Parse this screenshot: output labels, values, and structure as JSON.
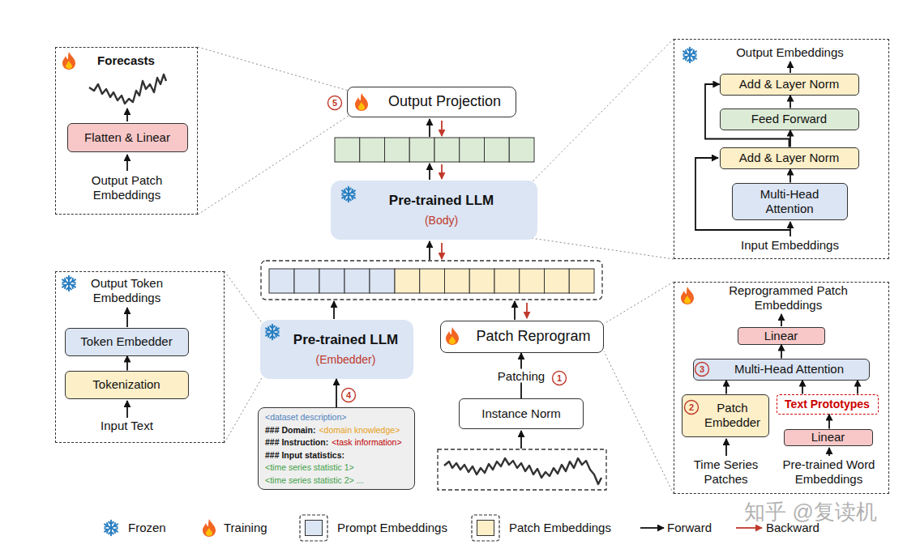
{
  "diagram": {
    "nodes": [
      {
        "text": [
          "Forecasts",
          "Output Patch Embeddings"
        ]
      },
      {
        "text": [
          "Flatten & Linear"
        ],
        "in": 0
      },
      {
        "text": [
          "Output Projection"
        ]
      },
      {
        "text": [
          "Output Embeddings",
          "Input Embeddings"
        ]
      },
      {
        "text": [
          "Add & Layer Norm"
        ],
        "in": 3
      },
      {
        "text": [
          "Feed Forward"
        ],
        "in": 3
      },
      {
        "text": [
          "Add & Layer Norm"
        ],
        "in": 3
      },
      {
        "text": [
          "Multi-Head Attention"
        ],
        "in": 3
      },
      {
        "text": [
          "Pre-trained LLM",
          "(Body)"
        ]
      },
      {
        "text": [
          "Output Token Embeddings",
          "Input Text"
        ]
      },
      {
        "text": [
          "Token Embedder"
        ],
        "in": 9
      },
      {
        "text": [
          "Tokenization"
        ],
        "in": 9
      },
      {
        "text": [
          "Pre-trained LLM",
          "(Embedder)"
        ]
      },
      {
        "text": [
          "Patch Reprogram"
        ]
      },
      {
        "text": [
          "Reprogrammed Patch Embeddings",
          "Time Series Patches",
          "Pre-trained Word Embeddings"
        ]
      },
      {
        "text": [
          "Linear"
        ],
        "in": 14
      },
      {
        "text": [
          "Multi-Head Attention"
        ],
        "in": 14
      },
      {
        "text": [
          "Patch Embedder"
        ],
        "in": 14
      },
      {
        "text": [
          "Text Prototypes"
        ],
        "in": 14
      },
      {
        "text": [
          "Linear"
        ],
        "in": 14
      },
      {
        "text": [
          "Instance Norm"
        ]
      },
      {
        "text": [
          "<dataset description>",
          "### Domain:",
          "<domain knowledge>",
          "### Instruction:",
          "<task information>",
          "### Input statistics:",
          "<time series statistic 1>",
          "<time series statistic 2> ..."
        ]
      }
    ],
    "edges": [
      {
        "from": 7,
        "to": 6,
        "arrow": "to"
      },
      {
        "from": 6,
        "to": 5,
        "arrow": "to"
      },
      {
        "from": 5,
        "to": 4,
        "arrow": "to"
      },
      {
        "from": 6,
        "to": 4,
        "arrow": "to"
      },
      {
        "from": 11,
        "to": 10,
        "arrow": "to"
      },
      {
        "from": 17,
        "to": 16,
        "arrow": "to"
      },
      {
        "from": 18,
        "to": 16,
        "arrow": "to"
      },
      {
        "from": 18,
        "to": 16,
        "arrow": "to"
      },
      {
        "from": 16,
        "to": 15,
        "arrow": "to"
      },
      {
        "from": 19,
        "to": 18,
        "arrow": "to"
      },
      {
        "from": 20,
        "to": 13,
        "label": "Patching",
        "arrow": "to"
      },
      {
        "from": 21,
        "to": 12,
        "arrow": "to"
      }
    ],
    "labels": [
      "5",
      "4",
      "1",
      "3",
      "2",
      "知乎 @复读机"
    ],
    "legend": [
      {
        "text": "Frozen"
      },
      {
        "text": "Training"
      },
      {
        "text": "Prompt Embeddings",
        "color": "#dbe5f4"
      },
      {
        "text": "Patch Embeddings",
        "color": "#fdefc8"
      },
      {
        "text": "Forward"
      },
      {
        "text": "Backward"
      }
    ]
  }
}
